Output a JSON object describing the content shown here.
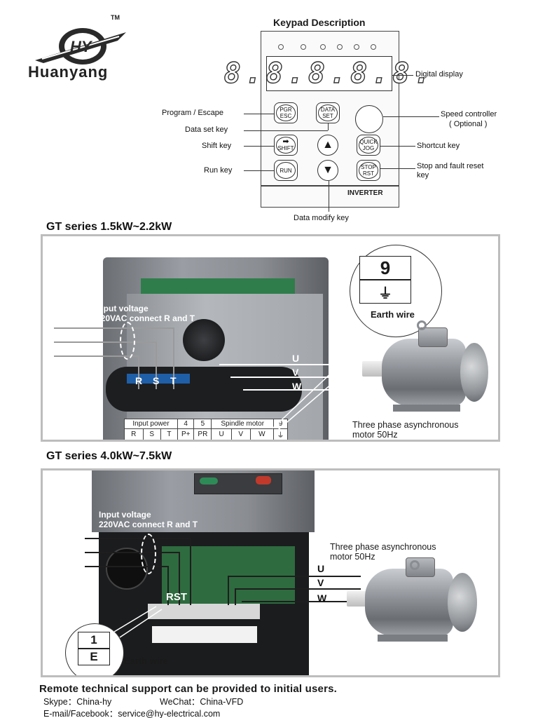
{
  "brand": {
    "name": "Huanyang",
    "tm": "TM",
    "logo_letters": "HY"
  },
  "keypad": {
    "title": "Keypad Description",
    "display_digits": "8.8.8.8.8.",
    "inverter_label": "INVERTER",
    "keys": {
      "pgr": [
        "PGR",
        "ESC"
      ],
      "data": [
        "DATA",
        "SET"
      ],
      "shift": [
        "",
        "SHIFT"
      ],
      "quick": [
        "QUICK",
        "JOG"
      ],
      "run": "RUN",
      "stop": [
        "STOP",
        "RST"
      ]
    },
    "callouts": {
      "digital_display": "Digital display",
      "program_escape": "Program / Escape",
      "data_set": "Data set key",
      "shift": "Shift key",
      "run": "Run key",
      "speed_controller": "Speed controller",
      "speed_optional": "( Optional )",
      "shortcut": "Shortcut key",
      "stop_reset": "Stop and fault reset",
      "stop_reset_2": "key",
      "data_modify": "Data modify key"
    }
  },
  "section1": {
    "title": "GT series 1.5kW~2.2kW",
    "input_voltage": "Input voltage",
    "input_voltage_2": "220VAC connect R and T",
    "rst": [
      "R",
      "S",
      "T"
    ],
    "uvw": [
      "U",
      "V",
      "W"
    ],
    "earth_number": "9",
    "earth_wire": "Earth wire",
    "motor_label": "Three phase asynchronous",
    "motor_label_2": "motor 50Hz",
    "table_header": [
      "Input power",
      "4",
      "5",
      "Spindle motor",
      "9"
    ],
    "table_row": [
      "R",
      "S",
      "T",
      "P+",
      "PR",
      "U",
      "V",
      "W",
      "⏚"
    ]
  },
  "section2": {
    "title": "GT series 4.0kW~7.5kW",
    "input_voltage": "Input voltage",
    "input_voltage_2": "220VAC connect R and T",
    "rst": "RST",
    "uvw": [
      "U",
      "V",
      "W"
    ],
    "earth_number": "1",
    "earth_letter": "E",
    "earth_wire": "Earth wire",
    "motor_label": "Three phase asynchronous",
    "motor_label_2": "motor 50Hz"
  },
  "footer": {
    "title": "Remote technical support can be provided to initial users.",
    "skype": "Skype：China-hy",
    "wechat": "WeChat：China-VFD",
    "email": "E-mail/Facebook：service@hy-electrical.com"
  }
}
